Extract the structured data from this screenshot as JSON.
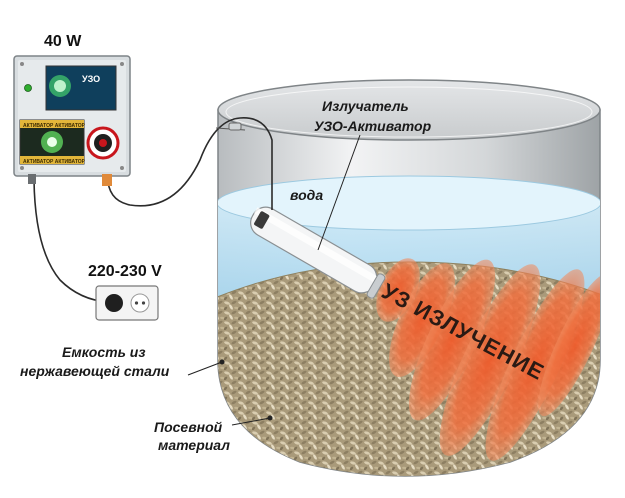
{
  "device": {
    "power_label": "40 W",
    "screen_text": "УЗО",
    "panel_text_top": "АКТИВАТОР АКТИВАТОР",
    "panel_text_bottom": "АКТИВАТОР АКТИВАТОР"
  },
  "socket": {
    "voltage_label": "220-230 V"
  },
  "labels": {
    "emitter_line1": "Излучатель",
    "emitter_line2": "УЗО-Активатор",
    "water": "вода",
    "tank_line1": "Емкость из",
    "tank_line2": "нержавеющей стали",
    "seed_line1": "Посевной",
    "seed_line2": "материал",
    "radiation": "УЗ ИЗЛУЧЕНИЕ"
  },
  "colors": {
    "water": "#bfe3f5",
    "grain": "#b7a685",
    "waves": "#ef5b2b",
    "steel": "#9aa0a4",
    "device_body": "#d8dde0"
  }
}
